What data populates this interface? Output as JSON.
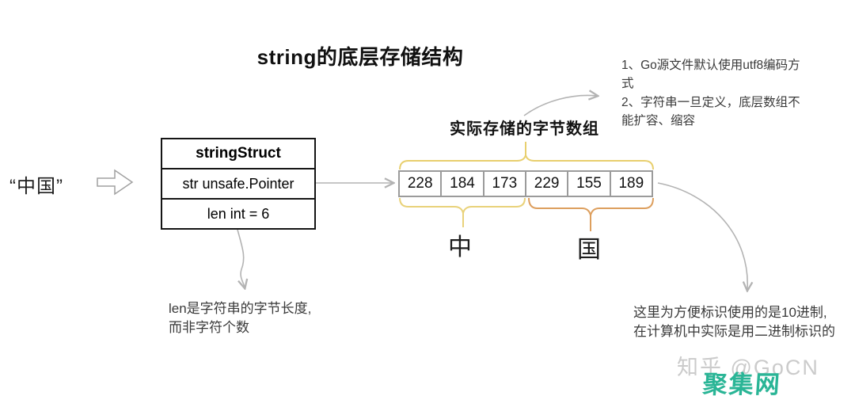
{
  "title": "string的底层存储结构",
  "input_string": {
    "label": "“中国”"
  },
  "struct_box": {
    "header": "stringStruct",
    "field_pointer": "str unsafe.Pointer",
    "field_length": "len int = 6"
  },
  "byte_array": {
    "label": "实际存储的字节数组",
    "bytes": [
      "228",
      "184",
      "173",
      "229",
      "155",
      "189"
    ],
    "groups": [
      {
        "char": "中"
      },
      {
        "char": "国"
      }
    ]
  },
  "notes": {
    "encoding": "1、Go源文件默认使用utf8编码方\n式\n2、字符串一旦定义，底层数组不\n能扩容、缩容",
    "length": "len是字符串的字节长度,\n而非字符个数",
    "decimal": "这里为方便标识使用的是10进制,\n在计算机中实际是用二进制标识的"
  },
  "watermark": {
    "source": "知乎 @GoCN",
    "brand": "聚集网"
  },
  "colors": {
    "brace_yellow": "#e8cf6e",
    "brace_light_yellow": "#e9d27a",
    "brace_orange": "#dd9f5e",
    "arrow_gray": "#b3b3b3",
    "watermark_gray": "#cbcbcb",
    "brand_teal": "#2ab596"
  }
}
